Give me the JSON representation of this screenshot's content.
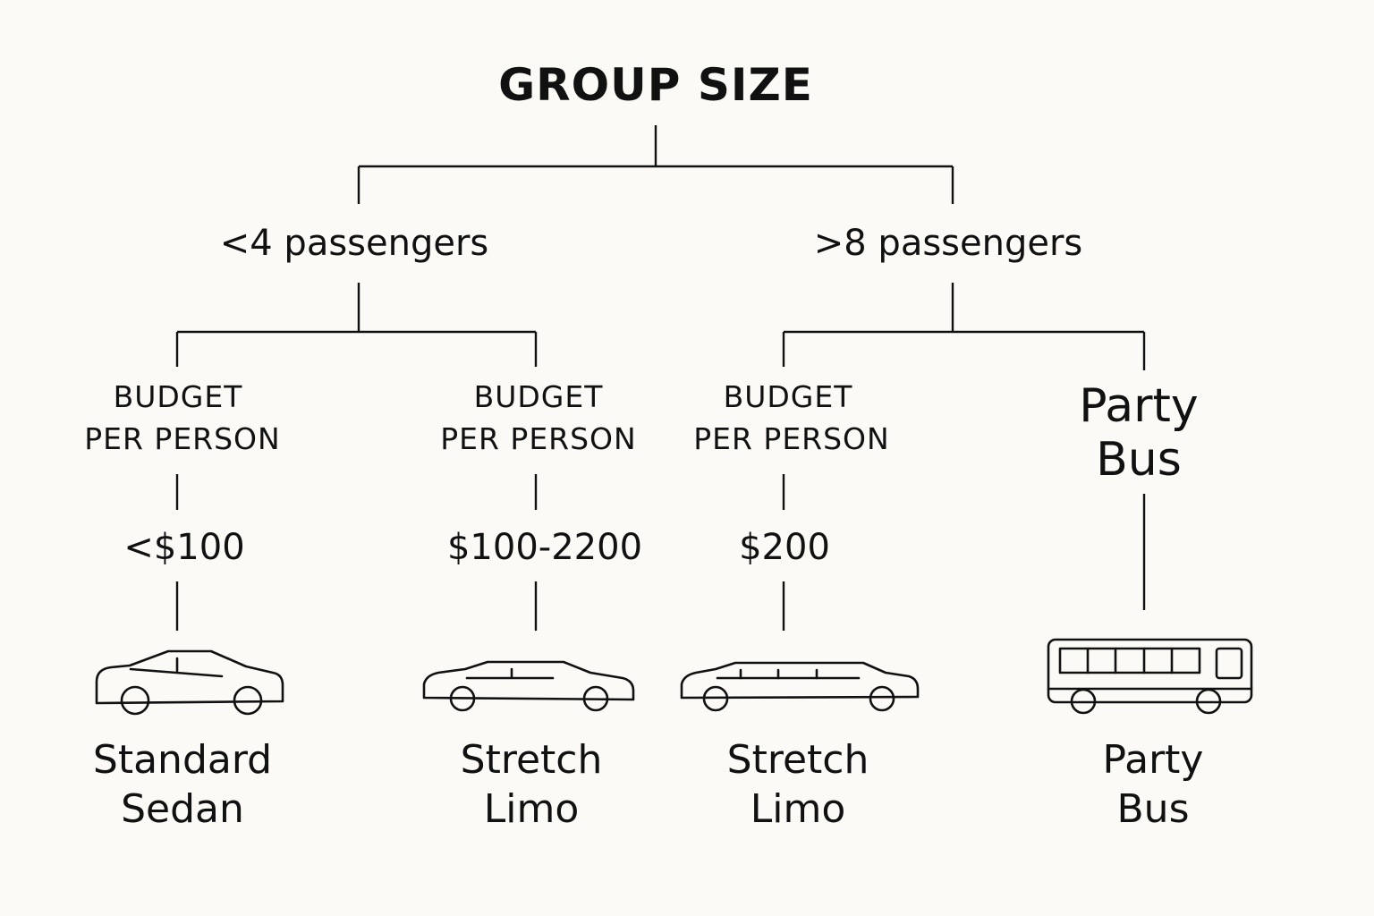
{
  "root": {
    "label": "GROUP SIZE"
  },
  "groups": [
    {
      "label": "<4 passengers"
    },
    {
      "label": ">8 passengers"
    }
  ],
  "branches": [
    {
      "criterion": [
        "BUDGET",
        "PER PERSON"
      ],
      "budget": "<$100",
      "vehicle": [
        "Standard",
        "Sedan"
      ],
      "icon": "sedan-icon"
    },
    {
      "criterion": [
        "BUDGET",
        "PER PERSON"
      ],
      "budget": "$100-2200",
      "vehicle": [
        "Stretch",
        "Limo"
      ],
      "icon": "limo-icon"
    },
    {
      "criterion": [
        "BUDGET",
        "PER PERSON"
      ],
      "budget": "$200",
      "vehicle": [
        "Stretch",
        "Limo"
      ],
      "icon": "limo-icon"
    },
    {
      "direct": [
        "Party",
        "Bus"
      ],
      "vehicle": [
        "Party",
        "Bus"
      ],
      "icon": "bus-icon"
    }
  ]
}
